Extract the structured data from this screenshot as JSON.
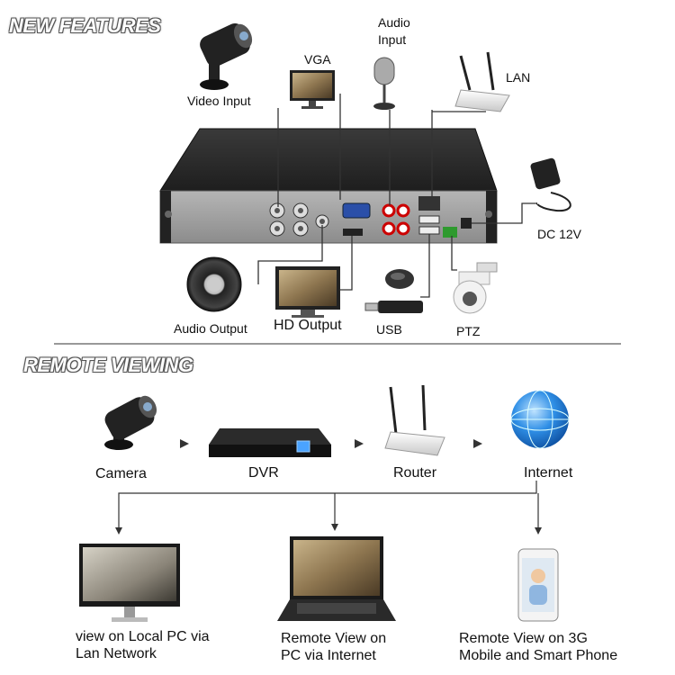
{
  "new_features": {
    "title": "NEW FEATURES",
    "labels": {
      "video_input": "Video Input",
      "vga": "VGA",
      "audio_input": "Audio Input",
      "lan": "LAN",
      "dc": "DC 12V",
      "audio_output": "Audio Output",
      "hd_output": "HD Output",
      "usb": "USB",
      "ptz": "PTZ"
    }
  },
  "remote_viewing": {
    "title": "REMOTE VIEWING",
    "chain": {
      "camera": "Camera",
      "dvr": "DVR",
      "router": "Router",
      "internet": "Internet"
    },
    "endpoints": {
      "local_pc": "view on Local PC via Lan Network",
      "pc_internet": "Remote View on PC via Internet",
      "mobile": "Remote View on 3G Mobile and Smart Phone"
    }
  },
  "colors": {
    "dvr_body": "#2b2b2b",
    "dvr_panel": "#9a9a9a",
    "globe_blue": "#2f8fe6",
    "antenna_green": "#2e8b2e",
    "line": "#333333"
  }
}
